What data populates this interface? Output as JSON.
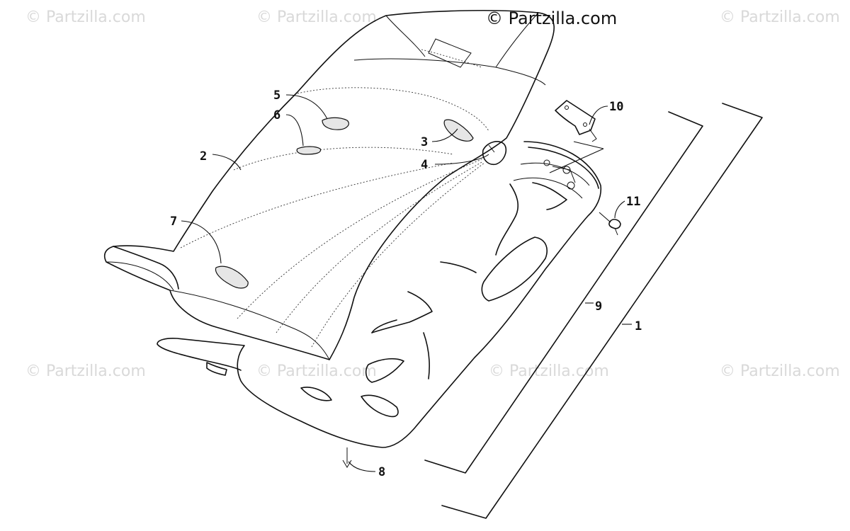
{
  "watermarks": {
    "top_left": "© Partzilla.com",
    "top_center": "© Partzilla.com",
    "top_right": "© Partzilla.com",
    "mid_left": "© Partzilla.com",
    "mid_center_left": "© Partzilla.com",
    "mid_center_right": "© Partzilla.com",
    "mid_right": "© Partzilla.com"
  },
  "brand": "© Partzilla.com",
  "callouts": {
    "c1": "1",
    "c2": "2",
    "c3": "3",
    "c4": "4",
    "c5": "5",
    "c6": "6",
    "c7": "7",
    "c8": "8",
    "c9": "9",
    "c10": "10",
    "c11": "11"
  },
  "colors": {
    "line": "#111111",
    "watermark": "#d9d9d9",
    "patch": "#e6e6e6"
  }
}
